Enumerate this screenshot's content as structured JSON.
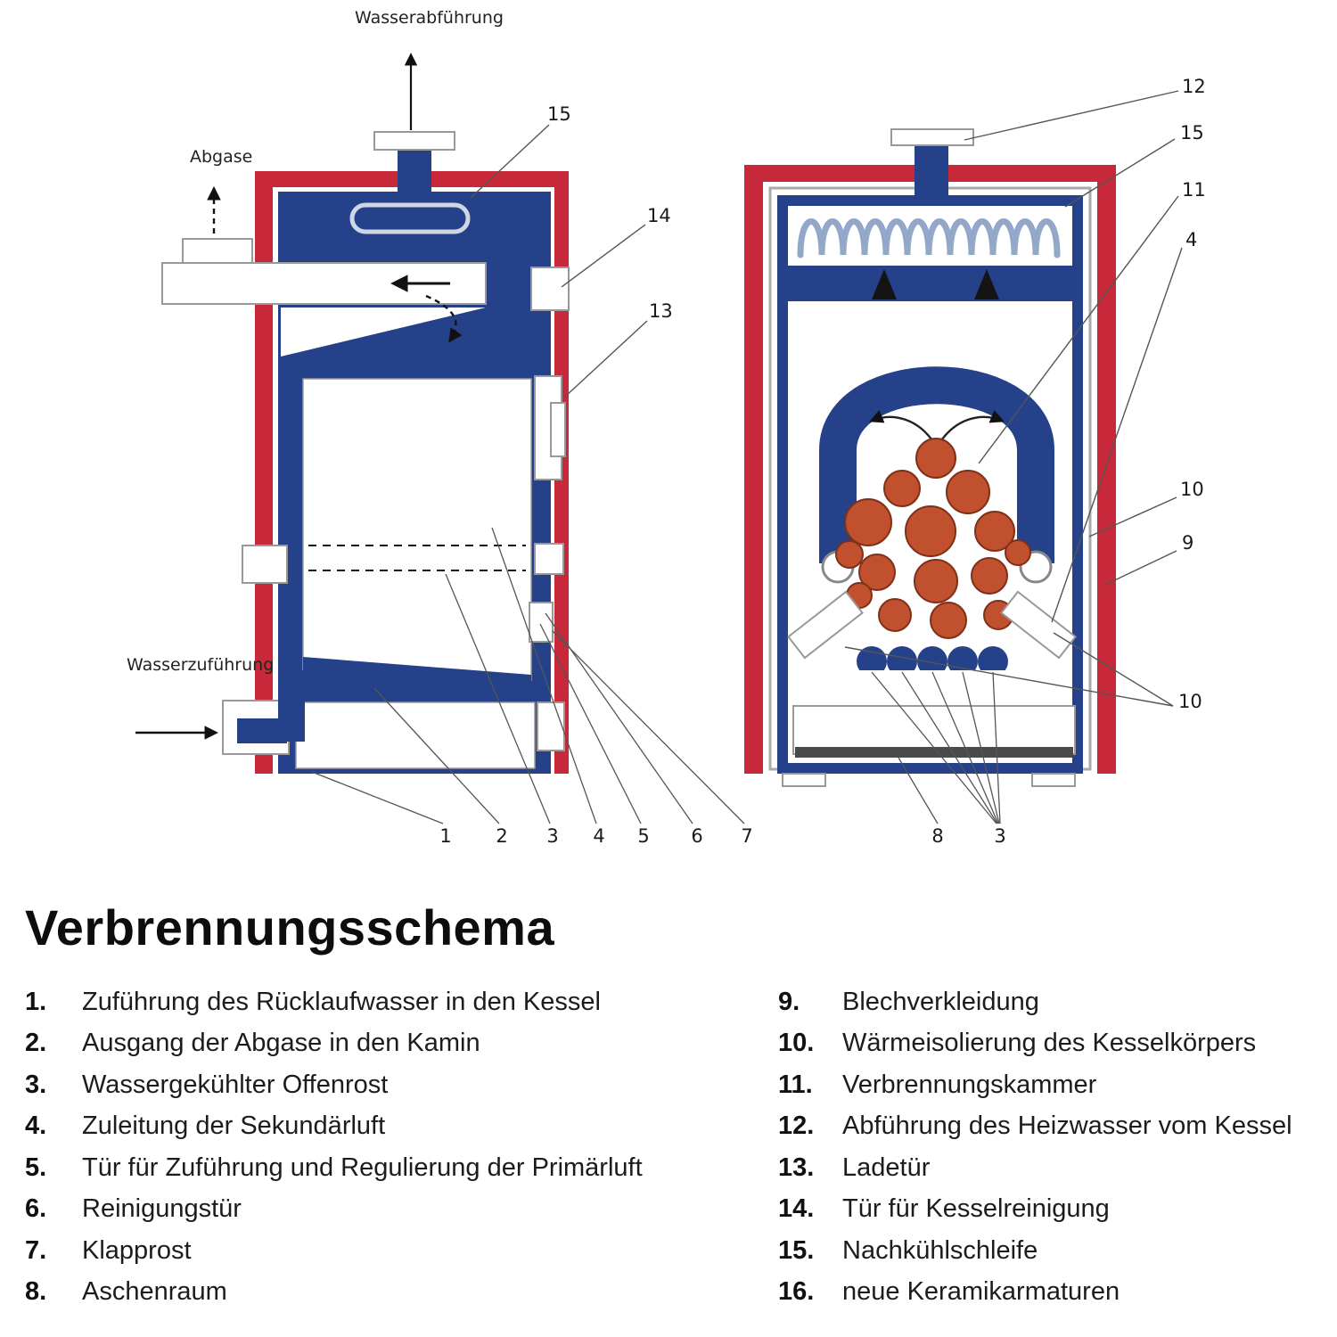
{
  "title": "Verbrennungsschema",
  "colors": {
    "boiler_blue": "#24418a",
    "frame_red": "#c8293a",
    "coal_orange": "#c1502e",
    "outline_gray": "#999999",
    "coil_gray": "#93a7c9"
  },
  "diagram_left": {
    "labels": {
      "water_out": "Wasserabführung",
      "flue_gas": "Abgase",
      "water_in": "Wasserzuführung"
    },
    "callouts_right": [
      "15",
      "14",
      "13"
    ],
    "callouts_bottom": [
      "1",
      "2",
      "3",
      "4",
      "5",
      "6",
      "7"
    ]
  },
  "diagram_right": {
    "callouts_right": [
      "12",
      "15",
      "11",
      "4",
      "10",
      "9",
      "10"
    ],
    "callouts_bottom": [
      "8",
      "3"
    ]
  },
  "legend": {
    "left": [
      {
        "num": "1.",
        "text": "Zuführung des Rücklaufwasser in den Kessel"
      },
      {
        "num": "2.",
        "text": "Ausgang der Abgase in den Kamin"
      },
      {
        "num": "3.",
        "text": "Wassergekühlter Offenrost"
      },
      {
        "num": "4.",
        "text": "Zuleitung der Sekundärluft"
      },
      {
        "num": "5.",
        "text": "Tür für Zuführung und Regulierung der Primärluft"
      },
      {
        "num": "6.",
        "text": "Reinigungstür"
      },
      {
        "num": "7.",
        "text": "Klapprost"
      },
      {
        "num": "8.",
        "text": "Aschenraum"
      }
    ],
    "right": [
      {
        "num": "9.",
        "text": "Blechverkleidung"
      },
      {
        "num": "10.",
        "text": "Wärmeisolierung des Kesselkörpers"
      },
      {
        "num": "11.",
        "text": "Verbrennungskammer"
      },
      {
        "num": "12.",
        "text": "Abführung des Heizwasser vom Kessel"
      },
      {
        "num": "13.",
        "text": "Ladetür"
      },
      {
        "num": "14.",
        "text": "Tür für Kesselreinigung"
      },
      {
        "num": "15.",
        "text": "Nachkühlschleife"
      },
      {
        "num": "16.",
        "text": "neue Keramikarmaturen"
      }
    ]
  }
}
